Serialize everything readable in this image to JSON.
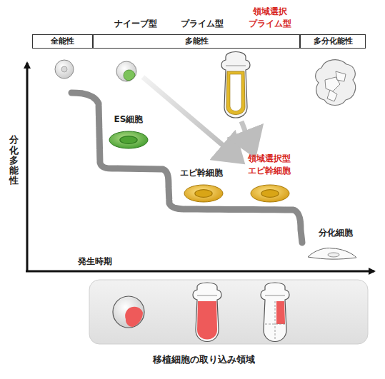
{
  "diagram": {
    "caption": "移植細胞の取り込み領域",
    "nodes": [
      {
        "text": [
          "全能性"
        ]
      },
      {
        "text": [
          "多能性"
        ]
      },
      {
        "text": [
          "多分化能性"
        ]
      },
      {
        "text": [
          "ES細胞"
        ]
      },
      {
        "text": [
          "エピ幹細胞"
        ]
      },
      {
        "text": [
          "領域選択型 エピ幹細胞"
        ]
      },
      {
        "text": [
          "分化細胞"
        ]
      }
    ],
    "labels": [
      "ナイーブ型",
      "プライム型",
      "領域選択 プライム型",
      "分化多能性",
      "発生時期"
    ]
  }
}
